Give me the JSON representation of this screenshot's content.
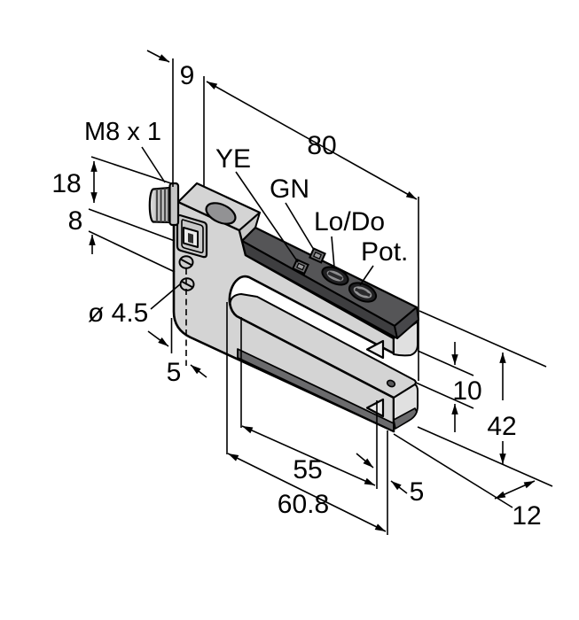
{
  "labels": {
    "connector_thread": "M8 x 1",
    "led_yellow": "YE",
    "led_green": "GN",
    "light_dark_switch": "Lo/Do",
    "potentiometer": "Pot."
  },
  "dimensions": {
    "housing_top_width": "9",
    "housing_length": "80",
    "connector_height": "18",
    "connector_offset": "8",
    "mounting_hole_diameter": "ø 4.5",
    "mounting_hole_offset": "5",
    "slot_depth": "55",
    "overall_length": "60.8",
    "beam_to_tip": "5",
    "slot_width": "10",
    "overall_height": "42",
    "housing_depth": "12"
  },
  "colors": {
    "background": "#ffffff",
    "body": "#d4d4d4",
    "end_face": "#e0e0e0",
    "panel_top": "#555557",
    "panel_bevel": "#3e3e40",
    "panel_end": "#47474a",
    "strip": "#6b6b6d",
    "oval": "#929294",
    "line": "#000000"
  }
}
